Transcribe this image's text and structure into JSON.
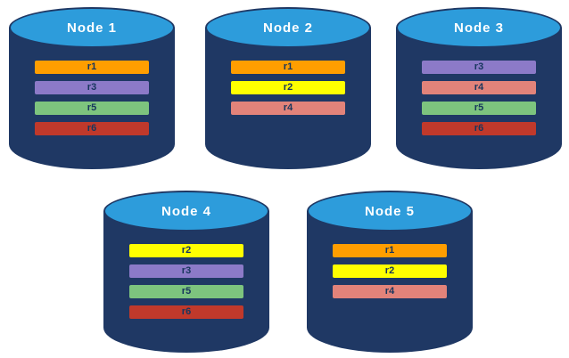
{
  "diagram": {
    "title": "",
    "colors": {
      "cylinder_body": "#1F3864",
      "cylinder_top": "#2D9CDB",
      "cylinder_outline": "#1F3864",
      "bar_text": "#17365D"
    },
    "replica_colors": {
      "r1": "#FF9E00",
      "r2": "#FFFF00",
      "r3": "#8C7AC8",
      "r4": "#E2837A",
      "r5": "#7DC47E",
      "r6": "#C0392B"
    },
    "nodes": [
      {
        "label": "Node 1",
        "replicas": [
          "r1",
          "r3",
          "r5",
          "r6"
        ]
      },
      {
        "label": "Node 2",
        "replicas": [
          "r1",
          "r2",
          "r4"
        ]
      },
      {
        "label": "Node 3",
        "replicas": [
          "r3",
          "r4",
          "r5",
          "r6"
        ]
      },
      {
        "label": "Node 4",
        "replicas": [
          "r2",
          "r3",
          "r5",
          "r6"
        ]
      },
      {
        "label": "Node 5",
        "replicas": [
          "r1",
          "r2",
          "r4"
        ]
      }
    ]
  }
}
